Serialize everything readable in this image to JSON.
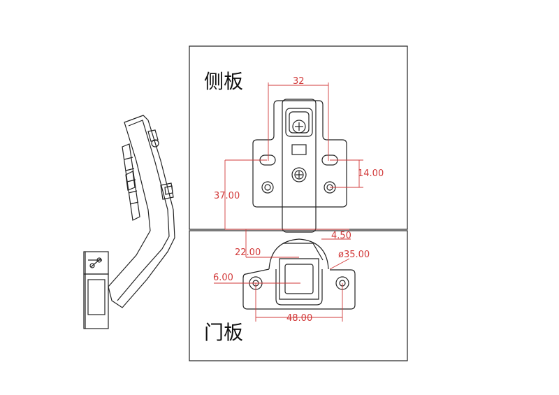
{
  "panels": {
    "side_panel_label": "侧板",
    "door_panel_label": "门板"
  },
  "dimensions": {
    "hole_spacing": "32",
    "slot_offset": "14.00",
    "height": "37.00",
    "gap": "4.50",
    "cup_diameter": "ø35.00",
    "cup_offset": "22.00",
    "edge_offset": "6.00",
    "screw_spacing": "48.00"
  },
  "colors": {
    "line": "#222222",
    "dimension": "#d23a3a"
  }
}
